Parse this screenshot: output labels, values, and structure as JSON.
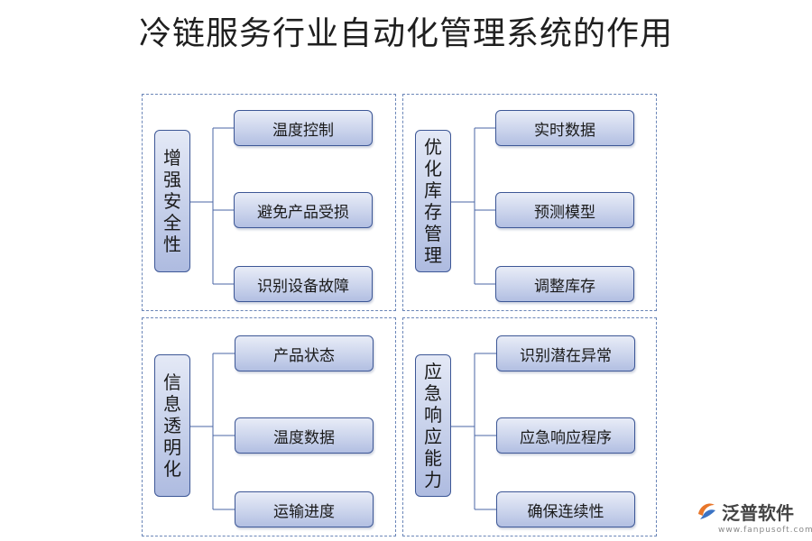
{
  "title": "冷链服务行业自动化管理系统的作用",
  "panels": [
    {
      "category": [
        "增",
        "强",
        "安",
        "全",
        "性"
      ],
      "items": [
        "温度控制",
        "避免产品受损",
        "识别设备故障"
      ]
    },
    {
      "category": [
        "优",
        "化",
        "库",
        "存",
        "管",
        "理"
      ],
      "items": [
        "实时数据",
        "预测模型",
        "调整库存"
      ]
    },
    {
      "category": [
        "信",
        "息",
        "透",
        "明",
        "化"
      ],
      "items": [
        "产品状态",
        "温度数据",
        "运输进度"
      ]
    },
    {
      "category": [
        "应",
        "急",
        "响",
        "应",
        "能",
        "力"
      ],
      "items": [
        "识别潜在异常",
        "应急响应程序",
        "确保连续性"
      ]
    }
  ],
  "logo": {
    "name": "泛普软件",
    "url": "www.fanpusoft.com"
  }
}
